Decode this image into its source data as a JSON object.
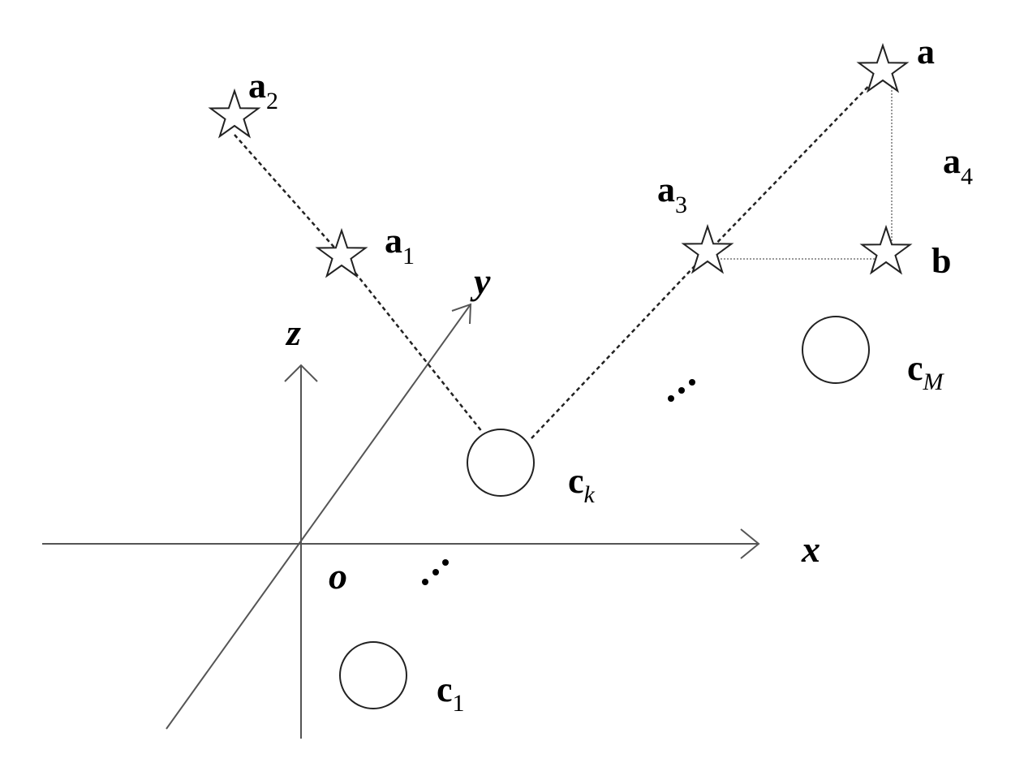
{
  "axes": {
    "x": "x",
    "y": "y",
    "z": "z",
    "origin": "o"
  },
  "points": {
    "a": "a",
    "b": "b",
    "a1": {
      "base": "a",
      "sub": "1"
    },
    "a2": {
      "base": "a",
      "sub": "2"
    },
    "a3": {
      "base": "a",
      "sub": "3"
    },
    "a4": {
      "base": "a",
      "sub": "4"
    }
  },
  "clusters": {
    "c1": {
      "base": "c",
      "sub": "1"
    },
    "ck": {
      "base": "c",
      "sub": "k"
    },
    "cM": {
      "base": "c",
      "sub": "M"
    }
  },
  "ellipsis": "⋰"
}
